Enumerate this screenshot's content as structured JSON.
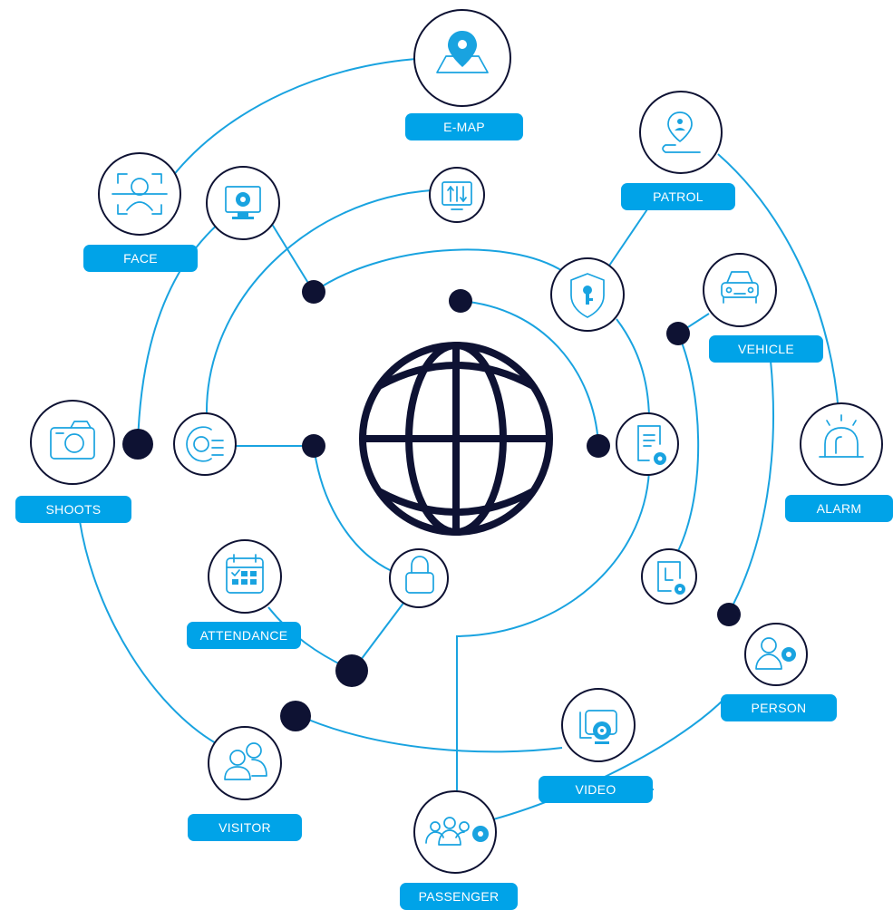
{
  "colors": {
    "accent": "#00A3E8",
    "line": "#19A3E0",
    "dark": "#0E1233",
    "label_text": "#FFFFFF",
    "background": "#FFFFFF"
  },
  "center_icon": "globe-icon",
  "labels": {
    "emap": "E-MAP",
    "patrol": "PATROL",
    "face": "FACE",
    "vehicle": "VEHICLE",
    "alarm": "ALARM",
    "shoots": "SHOOTS",
    "attendance": "ATTENDANCE",
    "person": "PERSON",
    "video": "VIDEO",
    "visitor": "VISITOR",
    "passenger": "PASSENGER"
  },
  "icons": {
    "emap": "map-pin-icon",
    "patrol": "patrol-location-icon",
    "face": "face-scan-icon",
    "monitor": "monitor-gear-icon",
    "transfer": "monitor-transfer-icon",
    "shield": "shield-key-icon",
    "vehicle": "car-icon",
    "alarm": "alarm-light-icon",
    "document": "document-gear-icon",
    "shoots": "camera-icon",
    "gear": "gear-settings-icon",
    "lock": "padlock-icon",
    "attendance": "calendar-icon",
    "clock_doc": "clock-document-icon",
    "person": "person-gear-icon",
    "video": "webcam-icon",
    "visitor": "visitors-icon",
    "passenger": "passenger-group-icon"
  }
}
